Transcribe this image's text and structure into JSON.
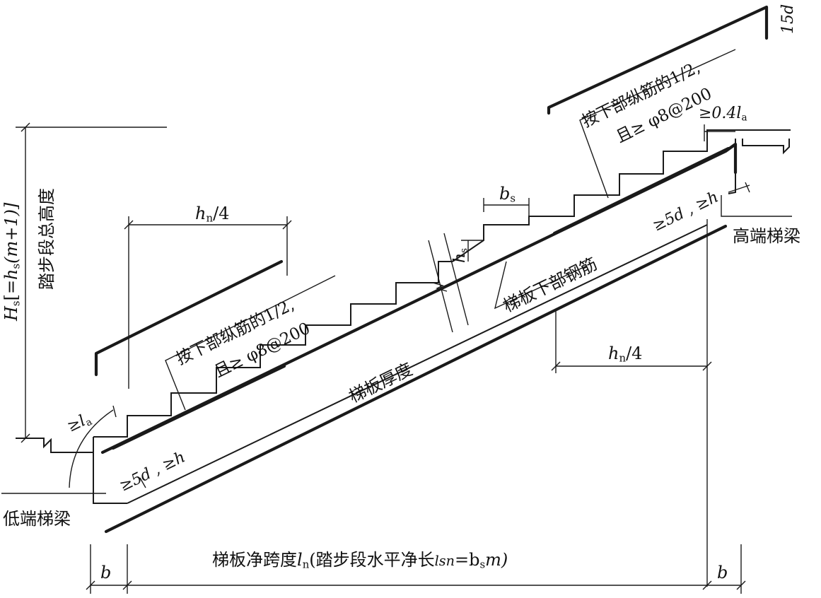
{
  "labels": {
    "total_height_prefix": "H",
    "total_height_sub": "s",
    "total_height_eq": "[=",
    "total_height_h": "h",
    "total_height_h_sub": "s",
    "total_height_tail": "(m+1)]",
    "total_height_cn": "踏步段总高度",
    "hn4_left": "h",
    "hn4_left_sub": "n",
    "hn4_left_tail": "/4",
    "hn4_right": "h",
    "hn4_right_sub": "n",
    "hn4_right_tail": "/4",
    "upper_bar_left_line1": "按下部纵筋的1/2,",
    "upper_bar_left_line2": "且≥ φ8@200",
    "upper_bar_right_line1": "按下部纵筋的1/2,",
    "upper_bar_right_line2": "且≥ φ8@200",
    "slab_thickness": "梯板厚度",
    "bottom_rebar": "梯板下部钢筋",
    "bs": "b",
    "bs_sub": "s",
    "hs": "h",
    "hs_sub": "s",
    "la_left": "≥l",
    "la_left_sub": "a",
    "la_right": "≥0.4l",
    "la_right_sub": "a",
    "anchor_left": "≥5d , ≥h",
    "anchor_right": "≥5d , ≥h",
    "hook_15d": "15d",
    "low_beam": "低端梯梁",
    "high_beam": "高端梯梁",
    "b_left": "b",
    "b_right": "b",
    "span_prefix": "梯板净跨度",
    "span_l": "l",
    "span_l_sub": "n",
    "span_paren": "(踏步段水平净长",
    "span_lsn": "lsn",
    "span_eq": "=b",
    "span_bs_sub": "s",
    "span_m": "m)"
  }
}
